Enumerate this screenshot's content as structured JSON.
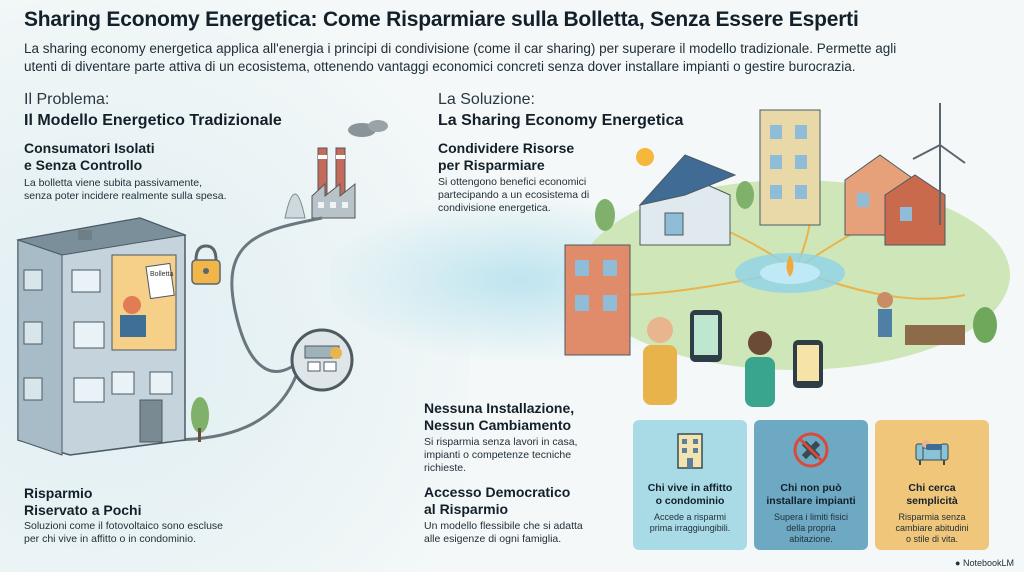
{
  "header": {
    "title": "Sharing Economy Energetica: Come Risparmiare sulla Bolletta, Senza Essere Esperti",
    "intro_line1": "La sharing economy energetica applica all'energia i principi di condivisione (come il car sharing) per superare il modello tradizionale. Permette agli",
    "intro_line2": "utenti di diventare parte attiva di un ecosistema, ottenendo vantaggi economici concreti senza dover installare impianti o gestire burocrazia."
  },
  "problem": {
    "kicker": "Il Problema:",
    "heading": "Il Modello Energetico Tradizionale",
    "point1_title_l1": "Consumatori Isolati",
    "point1_title_l2": "e Senza Controllo",
    "point1_body_l1": "La bolletta viene subita passivamente,",
    "point1_body_l2": "senza poter incidere realmente sulla spesa.",
    "point2_title_l1": "Risparmio",
    "point2_title_l2": "Riservato a Pochi",
    "point2_body_l1": "Soluzioni come il fotovoltaico sono escluse",
    "point2_body_l2": "per chi vive in affitto o in condominio.",
    "bill_label": "Bolletta"
  },
  "solution": {
    "kicker": "La Soluzione:",
    "heading": "La Sharing Economy Energetica",
    "point1_title_l1": "Condividere Risorse",
    "point1_title_l2": "per Risparmiare",
    "point1_body_l1": "Si ottengono benefici economici",
    "point1_body_l2": "partecipando a un ecosistema di",
    "point1_body_l3": "condivisione energetica.",
    "point2_title_l1": "Nessuna Installazione,",
    "point2_title_l2": "Nessun Cambiamento",
    "point2_body_l1": "Si risparmia senza lavori in casa,",
    "point2_body_l2": "impianti o competenze tecniche",
    "point2_body_l3": "richieste.",
    "point3_title_l1": "Accesso Democratico",
    "point3_title_l2": "al Risparmio",
    "point3_body_l1": "Un modello flessibile che si adatta",
    "point3_body_l2": "alle esigenze di ogni famiglia."
  },
  "cards": [
    {
      "title_l1": "Chi vive in affitto",
      "title_l2": "o condominio",
      "body_l1": "Accede a risparmi",
      "body_l2": "prima irraggiungibili.",
      "body_l3": "",
      "icon": "building-icon",
      "color": "#a9dbe6"
    },
    {
      "title_l1": "Chi non può",
      "title_l2": "installare impianti",
      "body_l1": "Supera i limiti fisici",
      "body_l2": "della propria",
      "body_l3": "abitazione.",
      "icon": "no-tools-icon",
      "color": "#6ea9c4"
    },
    {
      "title_l1": "Chi cerca",
      "title_l2": "semplicità",
      "body_l1": "Risparmia senza",
      "body_l2": "cambiare abitudini",
      "body_l3": "o stile di vita.",
      "icon": "sofa-icon",
      "color": "#f0c77a"
    }
  ],
  "footer": {
    "brand": "NotebookLM"
  }
}
